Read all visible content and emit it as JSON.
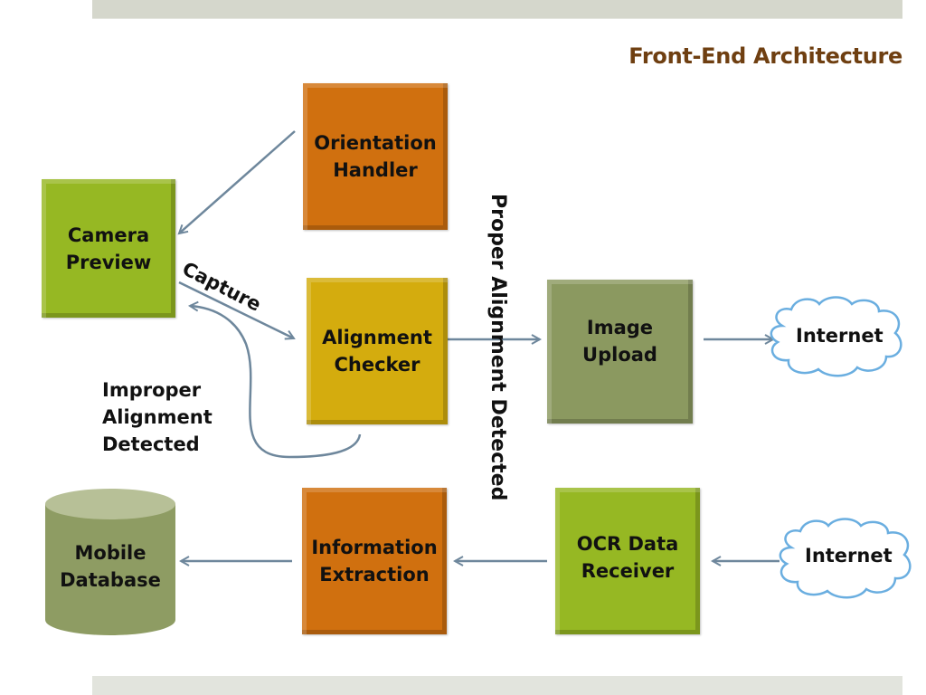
{
  "title": "Front-End Architecture",
  "nodes": {
    "camera_preview": "Camera\nPreview",
    "orientation_handler": "Orientation\nHandler",
    "alignment_checker": "Alignment\nChecker",
    "image_upload": "Image\nUpload",
    "internet_top": "Internet",
    "information_extraction": "Information\nExtraction",
    "ocr_data_receiver": "OCR Data\nReceiver",
    "internet_bottom": "Internet",
    "mobile_database": "Mobile\nDatabase"
  },
  "edge_labels": {
    "capture": "Capture",
    "improper": "Improper\nAlignment\nDetected",
    "proper": "Proper Alignment Detected"
  },
  "colors": {
    "title": "#6f3f11",
    "orange": "#d0700f",
    "green": "#96b823",
    "yellow": "#d4ac0e",
    "olive": "#8b9960",
    "arrow": "#6e879c",
    "cloud_stroke": "#6aaee0"
  }
}
